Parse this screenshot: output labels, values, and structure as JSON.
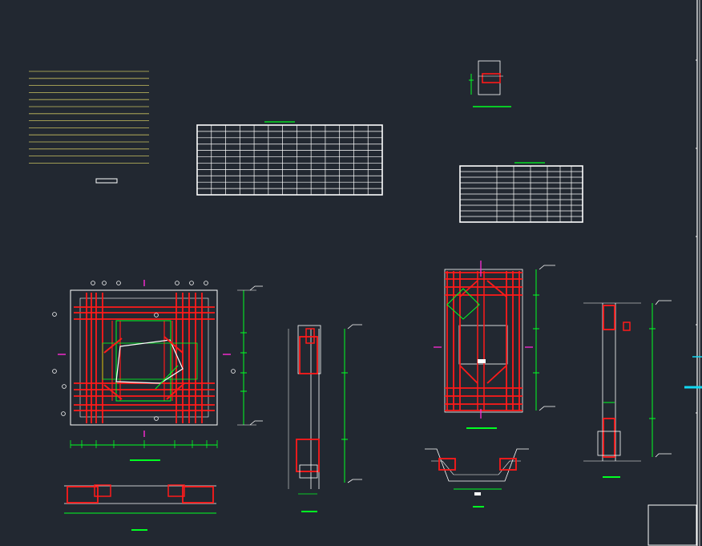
{
  "app": {
    "name": ""
  },
  "drawing": {
    "theme": {
      "background": "#222831",
      "line": "#ffffff",
      "rebar": "#ff1a1a",
      "dimension": "#00ff22",
      "note": "#c8c060",
      "axis": "#ff2bd6",
      "cursor": "#11d8f2"
    },
    "notes_panel": {
      "line_count": 14
    },
    "schedule_table_1": {
      "rows": 11,
      "cols": 13
    },
    "schedule_table_2": {
      "rows": 10,
      "cols": 7
    },
    "views": [
      {
        "id": "plan-view",
        "kind": "plan"
      },
      {
        "id": "section-a",
        "kind": "section"
      },
      {
        "id": "elevation-view",
        "kind": "elevation"
      },
      {
        "id": "section-b",
        "kind": "section"
      },
      {
        "id": "detail-top",
        "kind": "detail"
      },
      {
        "id": "detail-bottom-left",
        "kind": "detail"
      },
      {
        "id": "detail-bottom-right",
        "kind": "detail"
      }
    ],
    "title_block": {
      "present": true
    }
  }
}
